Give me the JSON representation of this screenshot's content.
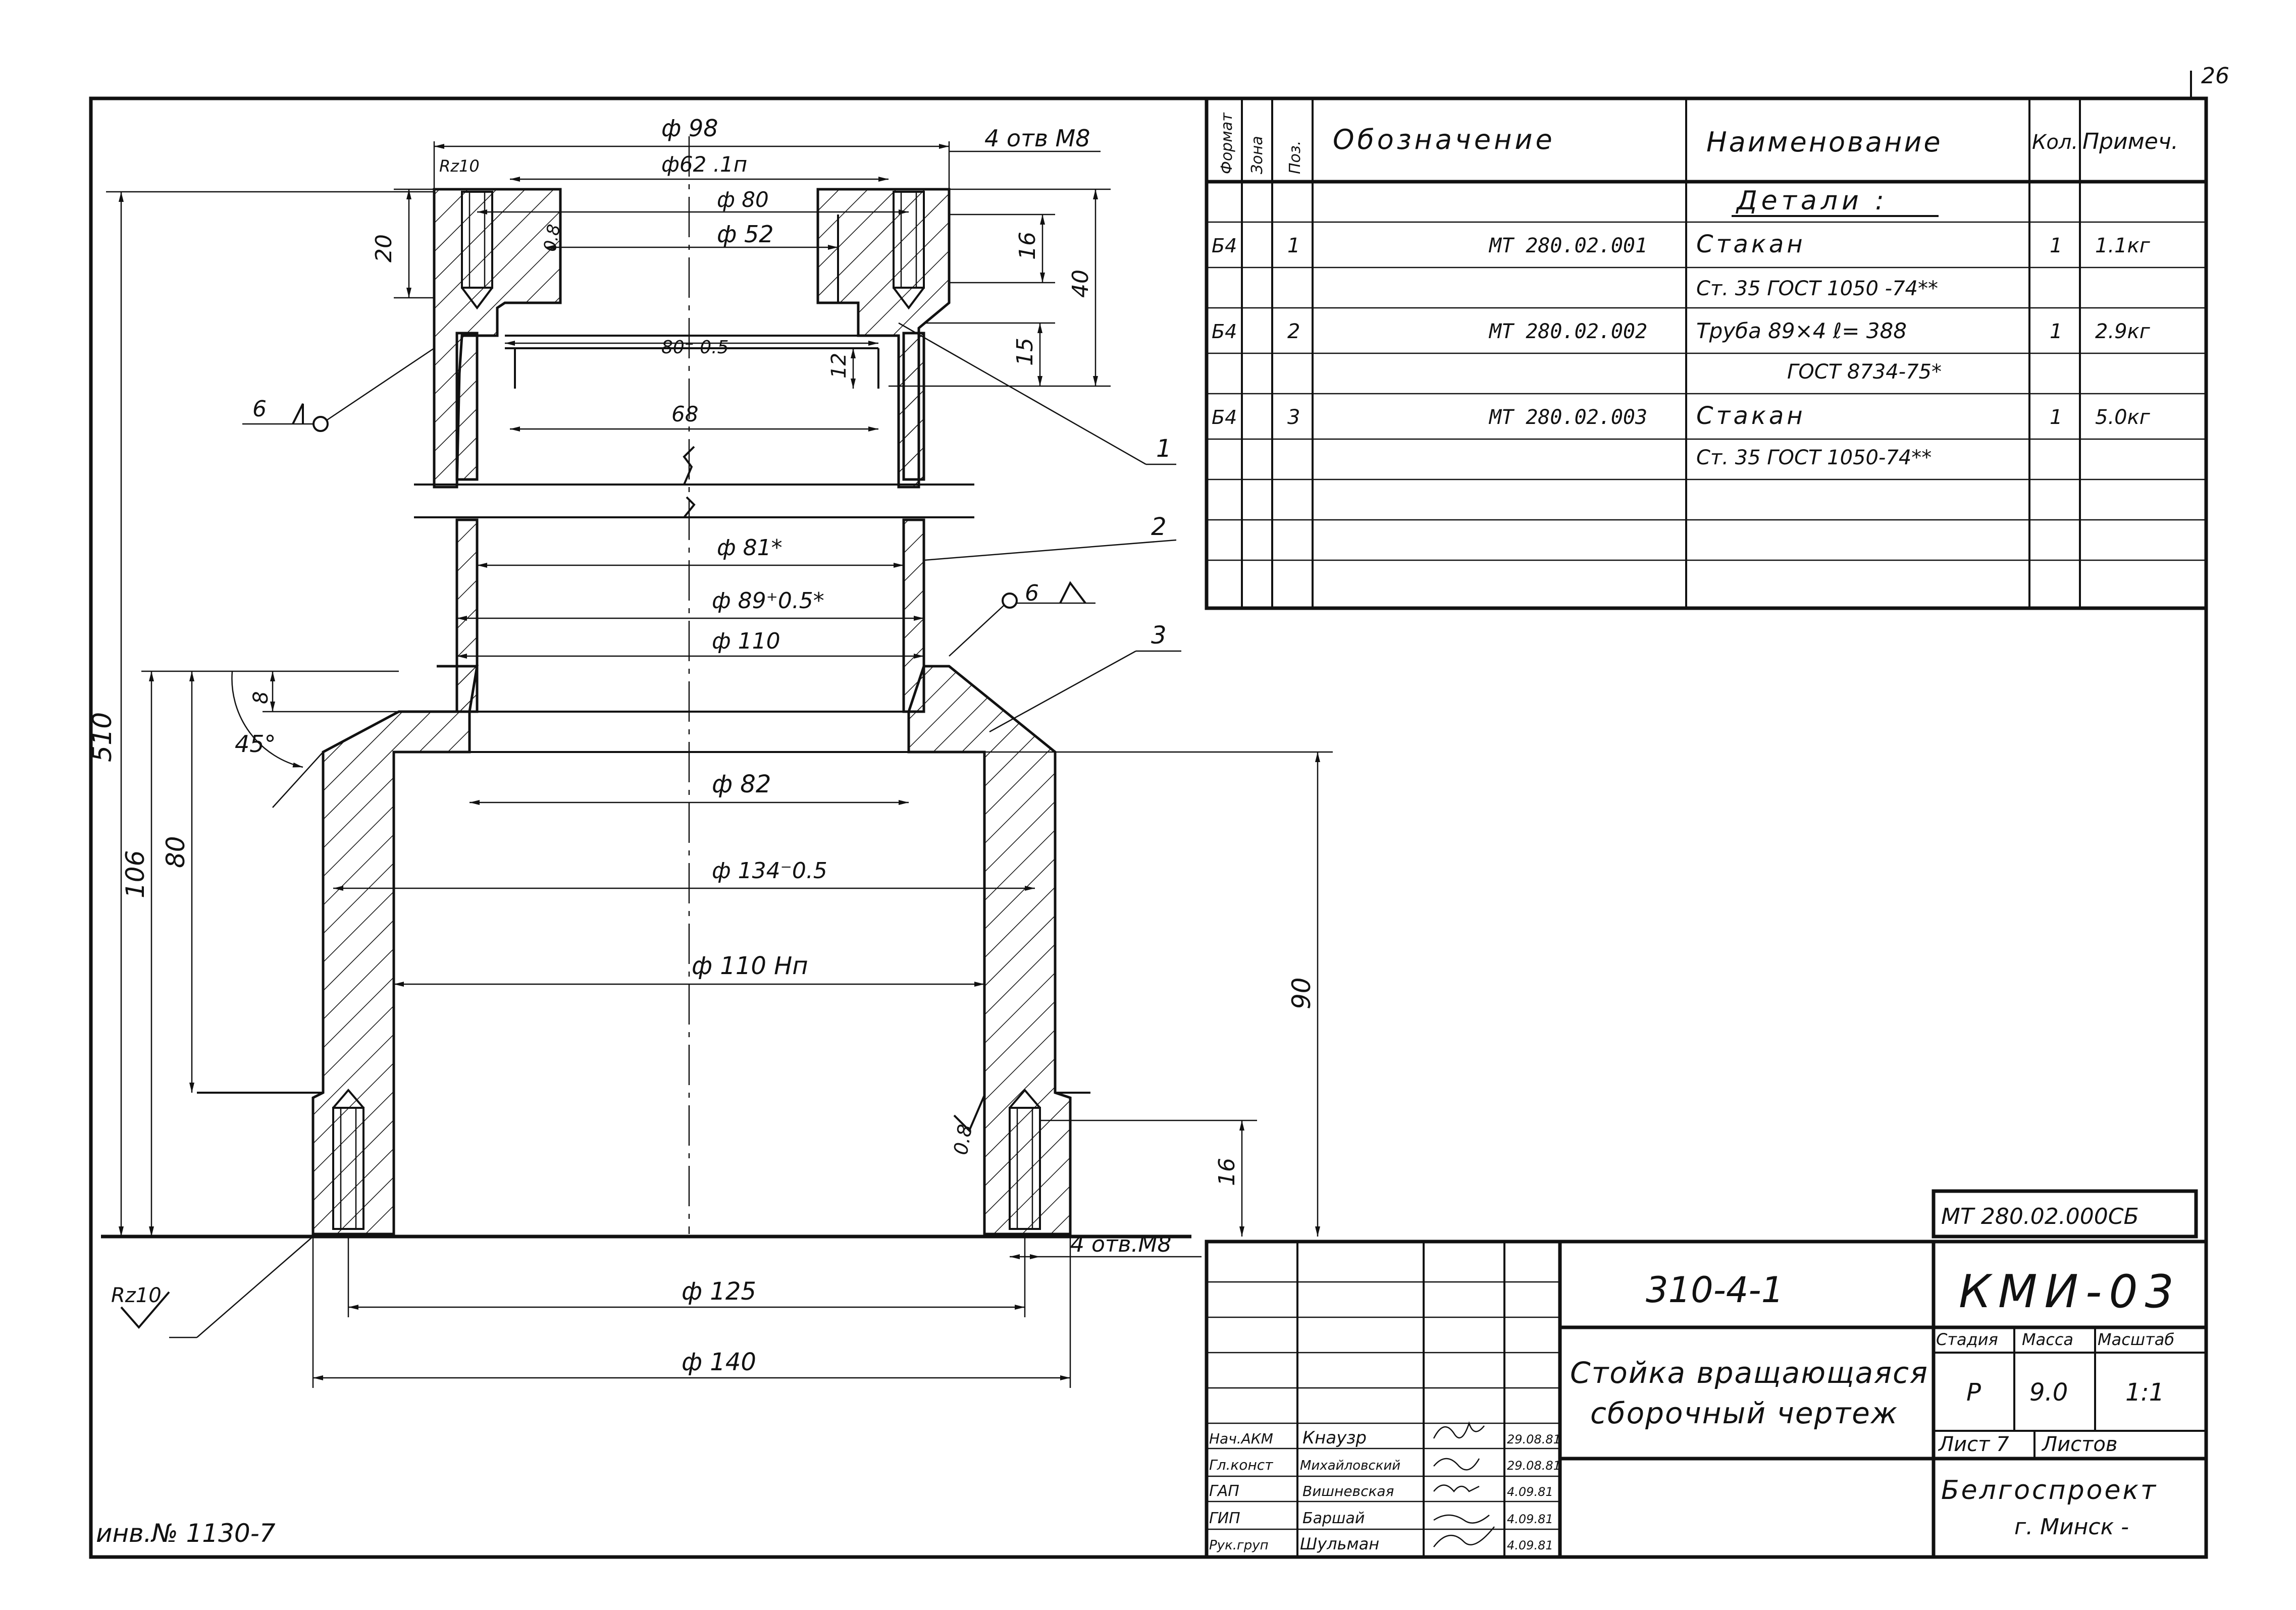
{
  "sheet_number": "26",
  "inventory_no": "инв.№ 1130-7",
  "dimensions": {
    "d98": "ф 98",
    "d62": "ф62 .1п",
    "d80": "ф 80",
    "d52": "ф 52",
    "d80tol": "80⁺ 0.5",
    "d68": "68",
    "d81": "ф 81*",
    "d89": "ф 89⁺0.5*",
    "d110top": "ф 110",
    "d82": "ф 82",
    "d134": "ф 134⁻0.5",
    "d110hn": "ф 110 Нп",
    "d125": "ф 125",
    "d140": "ф 140",
    "holes_top": "4 отв М8",
    "holes_bottom": "4 отв.М8",
    "v20": "20",
    "v16top": "16",
    "v40": "40",
    "v15": "15",
    "v12": "12",
    "v510": "510",
    "v106": "106",
    "v80": "80",
    "v8": "8",
    "v90": "90",
    "v16bot": "16",
    "angle45": "45°",
    "rz10_top": "Rz10",
    "rz10_bot": "Rz10",
    "r08_top": "0.8",
    "r08_bot": "0.8",
    "weld1": "6",
    "weld2": "6",
    "pos1": "1",
    "pos2": "2",
    "pos3": "3"
  },
  "spec_table": {
    "headers": {
      "format": "Формат",
      "zone": "Зона",
      "pos": "Поз.",
      "designation": "Обозначение",
      "name": "Наименование",
      "qty": "Кол.",
      "note": "Примеч."
    },
    "section": "Детали :",
    "rows": [
      {
        "format": "Б4",
        "pos": "1",
        "designation": "МТ 280.02.001",
        "name": "Стакан",
        "qty": "1",
        "note": "1.1кг"
      },
      {
        "format": "",
        "pos": "",
        "designation": "",
        "name": "Ст. 35 ГОСТ 1050 -74**",
        "qty": "",
        "note": ""
      },
      {
        "format": "Б4",
        "pos": "2",
        "designation": "МТ 280.02.002",
        "name": "Труба 89×4  ℓ= 388",
        "qty": "1",
        "note": "2.9кг"
      },
      {
        "format": "",
        "pos": "",
        "designation": "",
        "name": "ГОСТ 8734-75*",
        "qty": "",
        "note": ""
      },
      {
        "format": "Б4",
        "pos": "3",
        "designation": "МТ 280.02.003",
        "name": "Стакан",
        "qty": "1",
        "note": "5.0кг"
      },
      {
        "format": "",
        "pos": "",
        "designation": "",
        "name": "Ст. 35 ГОСТ 1050-74**",
        "qty": "",
        "note": ""
      }
    ]
  },
  "title_block": {
    "doc_code": "МТ 280.02.000СБ",
    "series": "310-4-1",
    "project": "КМИ-03",
    "title_line1": "Стойка вращающаяся",
    "title_line2": "сборочный чертеж",
    "stage_label": "Стадия",
    "mass_label": "Масса",
    "scale_label": "Масштаб",
    "stage": "Р",
    "mass": "9.0",
    "scale": "1:1",
    "sheet_label": "Лист 7",
    "sheets_label": "Листов",
    "org_line1": "Белгоспроект",
    "org_line2": "г. Минск -",
    "signatures": [
      {
        "role": "Нач.АКМ",
        "name": "Кнаузр",
        "date": "29.08.81"
      },
      {
        "role": "Гл.конст",
        "name": "Михайловский",
        "date": "29.08.81"
      },
      {
        "role": "ГАП",
        "name": "Вишневская",
        "date": "4.09.81"
      },
      {
        "role": "ГИП",
        "name": "Баршай",
        "date": "4.09.81"
      },
      {
        "role": "Рук.груп",
        "name": "Шульман",
        "date": "4.09.81"
      }
    ]
  }
}
